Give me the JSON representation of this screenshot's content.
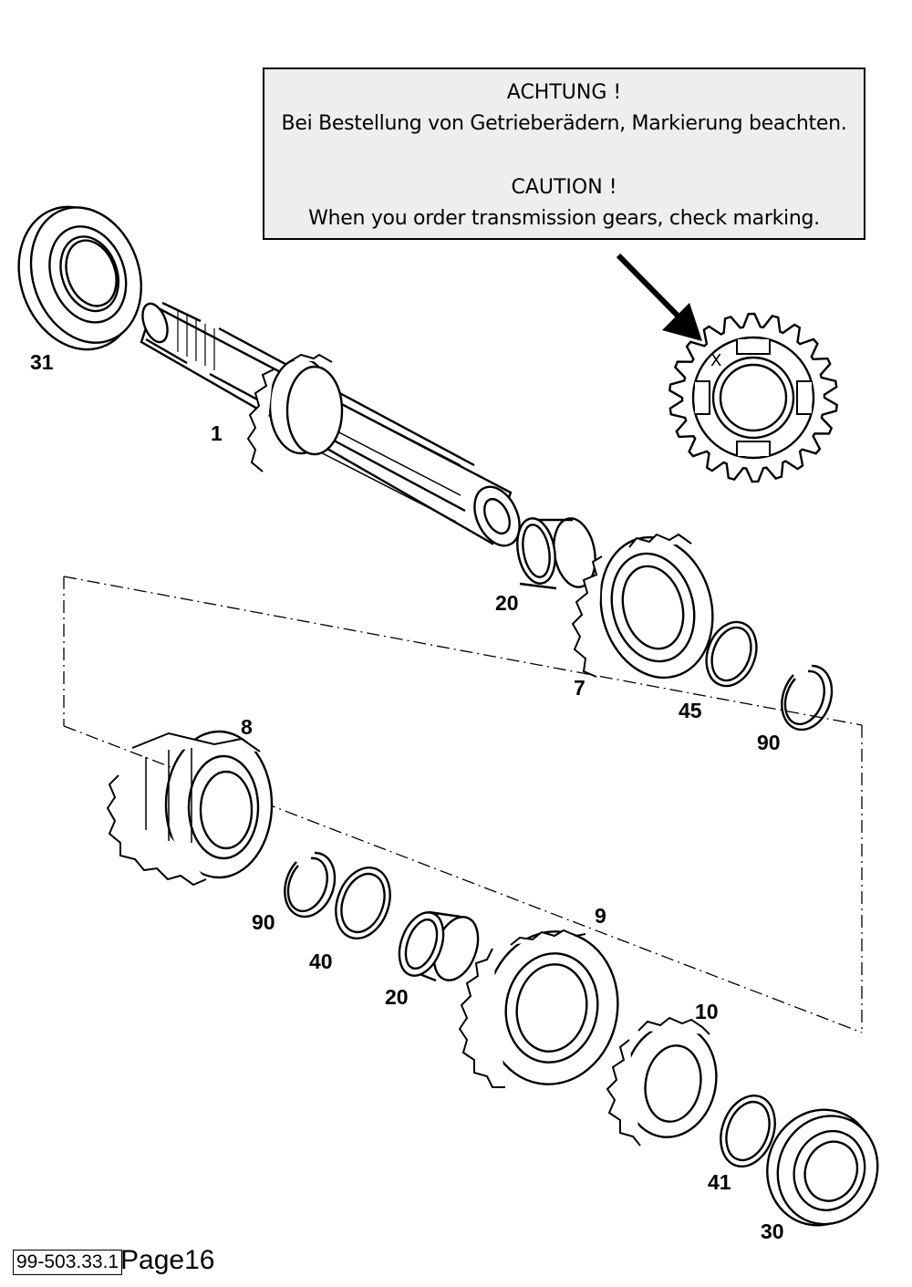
{
  "notice": {
    "heading_de": "ACHTUNG !",
    "text_de": "Bei Bestellung von Getrieberädern, Markierung beachten.",
    "heading_en": "CAUTION !",
    "text_en": "When you order transmission gears, check marking."
  },
  "detail_marking": "X",
  "callouts": {
    "c31": "31",
    "c1": "1",
    "c20a": "20",
    "c7": "7",
    "c45": "45",
    "c90a": "90",
    "c8": "8",
    "c90b": "90",
    "c40": "40",
    "c20b": "20",
    "c9": "9",
    "c10": "10",
    "c41": "41",
    "c30": "30"
  },
  "footer": {
    "doc_number": "99-503.33.1",
    "page": "Page16"
  }
}
